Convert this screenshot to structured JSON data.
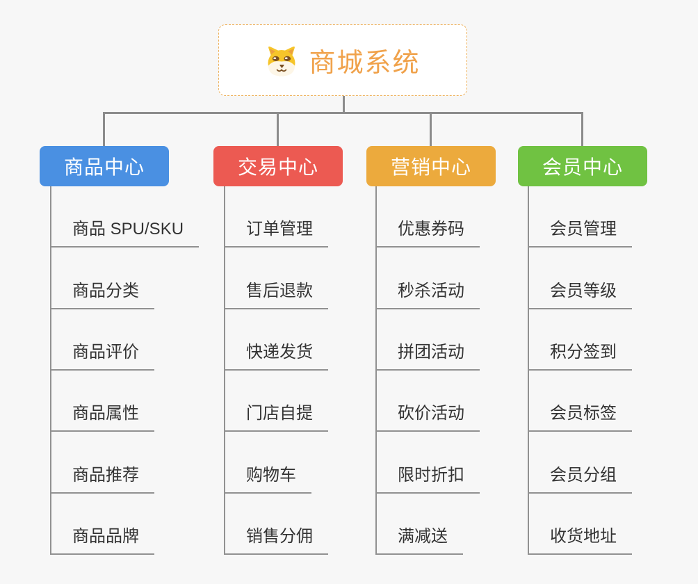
{
  "root": {
    "title": "商城系统",
    "icon": "dog-face-icon"
  },
  "branches": [
    {
      "label": "商品中心",
      "color": "#4a90e2",
      "items": [
        "商品 SPU/SKU",
        "商品分类",
        "商品评价",
        "商品属性",
        "商品推荐",
        "商品品牌"
      ]
    },
    {
      "label": "交易中心",
      "color": "#ec5a52",
      "items": [
        "订单管理",
        "售后退款",
        "快递发货",
        "门店自提",
        "购物车",
        "销售分佣"
      ]
    },
    {
      "label": "营销中心",
      "color": "#ecaa3d",
      "items": [
        "优惠券码",
        "秒杀活动",
        "拼团活动",
        "砍价活动",
        "限时折扣",
        "满减送"
      ]
    },
    {
      "label": "会员中心",
      "color": "#70c242",
      "items": [
        "会员管理",
        "会员等级",
        "积分签到",
        "会员标签",
        "会员分组",
        "收货地址"
      ]
    }
  ],
  "palette": {
    "background": "#f7f7f7",
    "connector_line": "#8c8c8c",
    "leaf_line": "#919191",
    "leaf_text": "#333333",
    "root_text": "#f0a24b",
    "root_border": "#eeb25e",
    "root_background": "#ffffff"
  }
}
